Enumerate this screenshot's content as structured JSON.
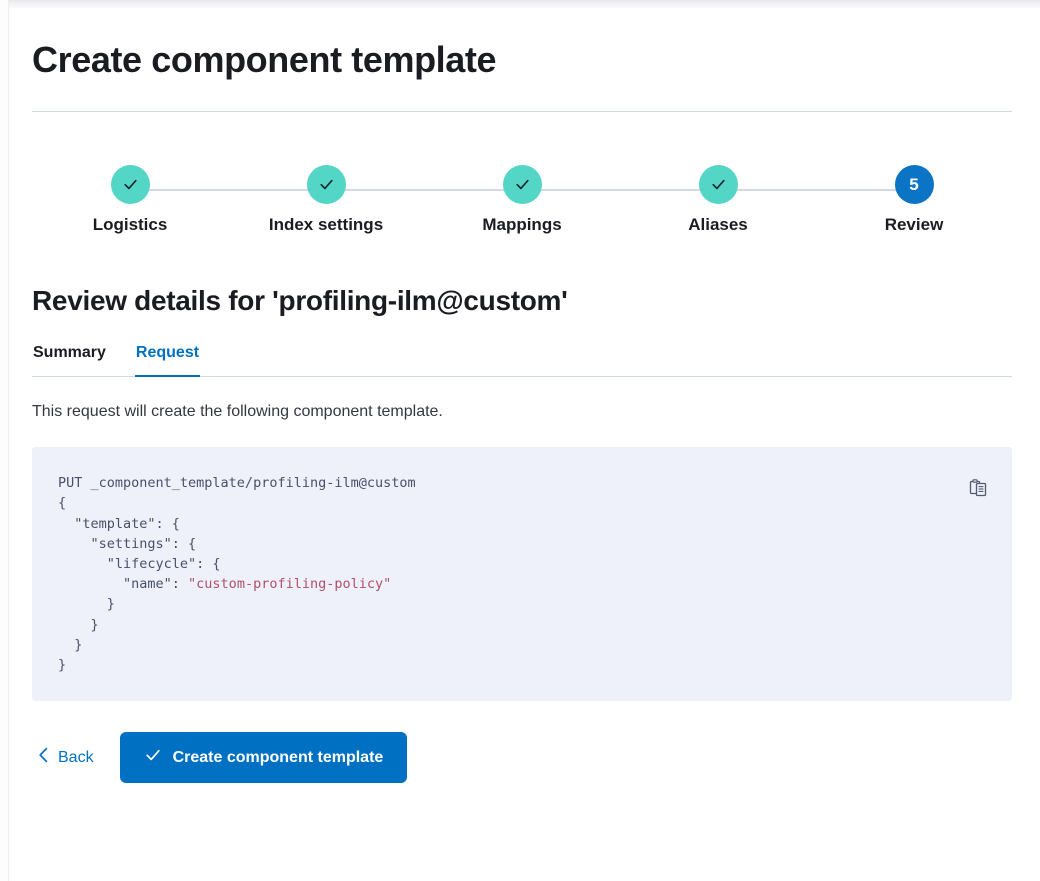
{
  "page": {
    "title": "Create component template"
  },
  "stepper": {
    "steps": [
      {
        "label": "Logistics",
        "state": "complete",
        "icon": "check-icon",
        "number": "1"
      },
      {
        "label": "Index settings",
        "state": "complete",
        "icon": "check-icon",
        "number": "2"
      },
      {
        "label": "Mappings",
        "state": "complete",
        "icon": "check-icon",
        "number": "3"
      },
      {
        "label": "Aliases",
        "state": "complete",
        "icon": "check-icon",
        "number": "4"
      },
      {
        "label": "Review",
        "state": "current",
        "icon": "",
        "number": "5"
      }
    ]
  },
  "review": {
    "heading": "Review details for 'profiling-ilm@custom'",
    "tabs": [
      {
        "label": "Summary",
        "active": false
      },
      {
        "label": "Request",
        "active": true
      }
    ],
    "description": "This request will create the following component template.",
    "code": {
      "method_line": "PUT _component_template/profiling-ilm@custom",
      "body_before_string": "{\n  \"template\": {\n    \"settings\": {\n      \"lifecycle\": {\n        \"name\": ",
      "string_value": "\"custom-profiling-policy\"",
      "body_after_string": "\n      }\n    }\n  }\n}",
      "copy_icon": "clipboard-copy-icon"
    }
  },
  "footer": {
    "back_label": "Back",
    "back_icon": "chevron-left-icon",
    "submit_label": "Create component template",
    "submit_icon": "check-icon"
  },
  "colors": {
    "accent_blue": "#0071c2",
    "step_complete_teal": "#54d6c6",
    "step_current_blue": "#0b74c4",
    "code_background": "#eef1fa",
    "code_string": "#b0506d",
    "divider": "#d3dae6",
    "text_primary": "#1a1c21"
  }
}
